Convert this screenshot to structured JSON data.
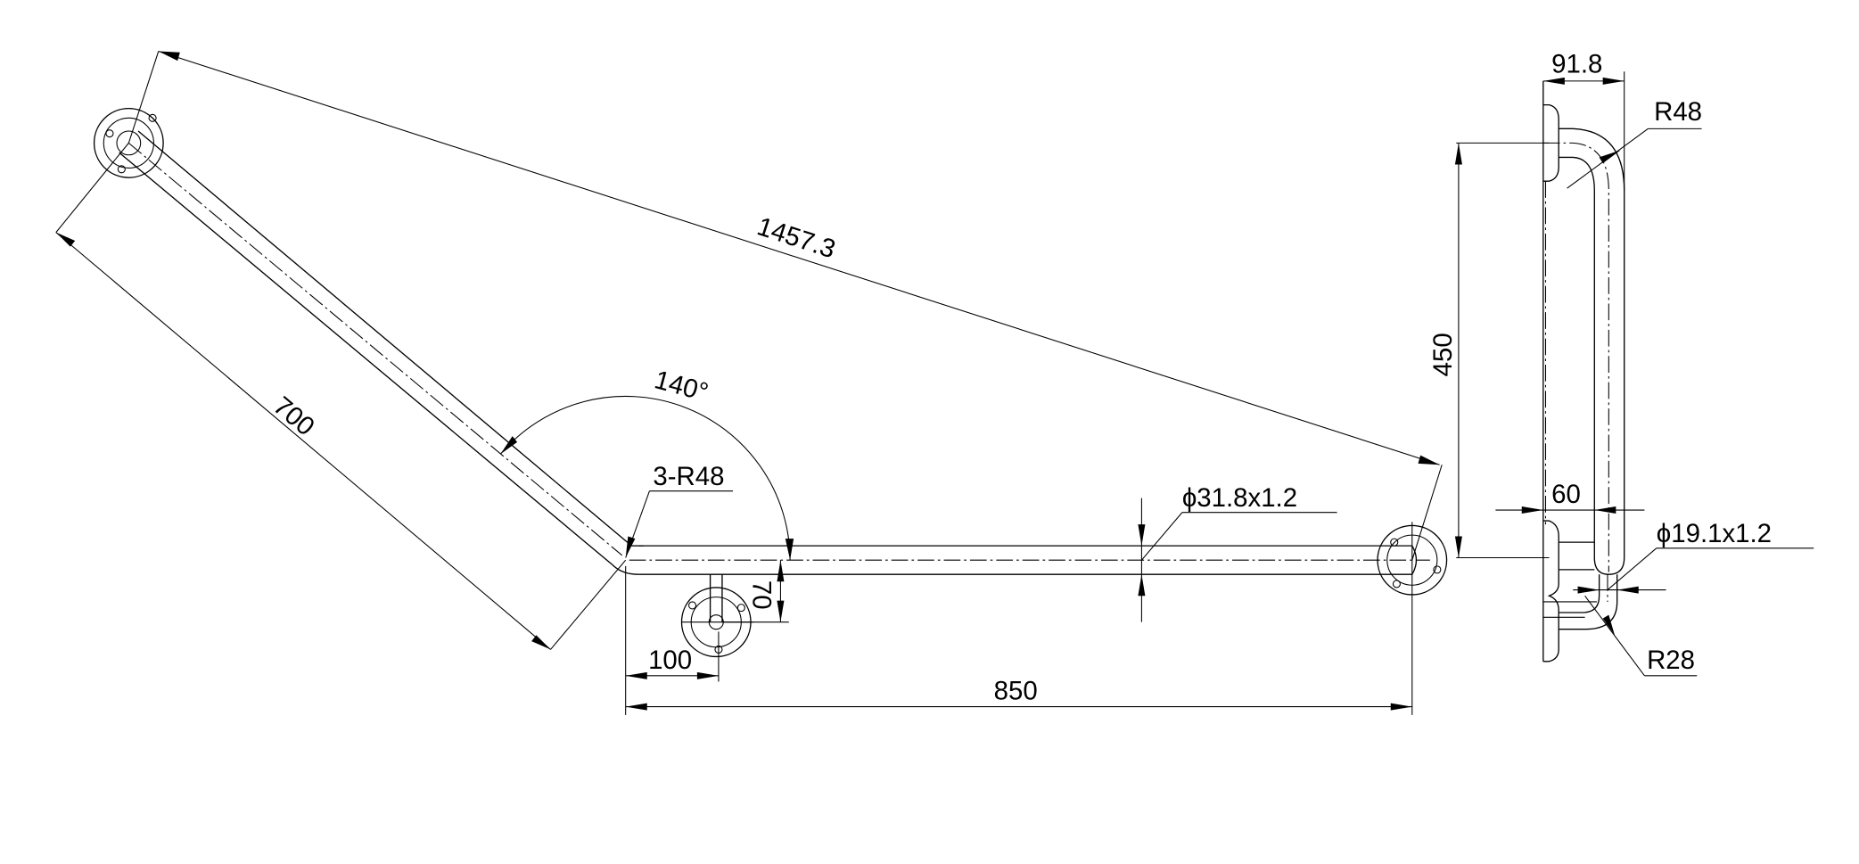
{
  "drawing": {
    "dimensions": {
      "diagonal_span": "1457.3",
      "arm_length": "700",
      "angle": "140°",
      "bend_radius_count": "3-R48",
      "tube_spec": "ϕ31.8x1.2",
      "support_offset_vertical": "70",
      "support_offset_horizontal": "100",
      "horizontal_length": "850",
      "side_height": "450",
      "side_projection": "91.8",
      "side_radius_top": "R48",
      "side_support_projection": "60",
      "support_tube_spec": "ϕ19.1x1.2",
      "side_radius_bottom": "R28"
    }
  }
}
